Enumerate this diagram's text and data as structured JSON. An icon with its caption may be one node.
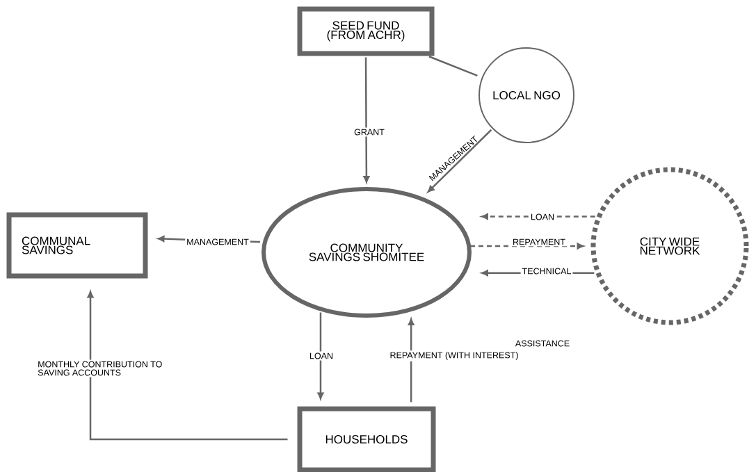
{
  "diagram": {
    "nodes": [
      {
        "text": [
          "SEED FUND (FROM ACHR)"
        ]
      },
      {
        "text": [
          "LOCAL NGO"
        ]
      },
      {
        "text": [
          "COMMUNAL SAVINGS"
        ]
      },
      {
        "text": [
          "COMMUNITY SAVINGS SHOMITEE"
        ]
      },
      {
        "text": [
          "CITY WIDE NETWORK"
        ]
      },
      {
        "text": [
          "HOUSEHOLDS"
        ]
      }
    ],
    "edges": [
      {
        "from": 0,
        "to": 3,
        "arrow": "to",
        "label": "GRANT"
      },
      {
        "from": 0,
        "to": 1,
        "arrow": "none"
      },
      {
        "from": 1,
        "to": 3,
        "arrow": "to",
        "label": "MANAGEMENT"
      },
      {
        "from": 3,
        "to": 2,
        "arrow": "to",
        "label": "MANAGEMENT"
      },
      {
        "from": 4,
        "to": 3,
        "arrow": "to",
        "label": "LOAN",
        "style": "dashed"
      },
      {
        "from": 3,
        "to": 4,
        "arrow": "to",
        "label": "REPAYMENT",
        "style": "dashed"
      },
      {
        "from": 4,
        "to": 3,
        "arrow": "to",
        "label": "TECHNICAL"
      },
      {
        "from": 3,
        "to": 5,
        "arrow": "to",
        "label": "LOAN"
      },
      {
        "from": 5,
        "to": 3,
        "arrow": "to",
        "label": "REPAYMENT (WITH INTEREST)"
      },
      {
        "from": 5,
        "to": 2,
        "arrow": "to",
        "label": "MONTHLY CONTRIBUTION TO SAVING ACCOUNTS"
      }
    ],
    "labels": [
      "ASSISTANCE"
    ]
  }
}
